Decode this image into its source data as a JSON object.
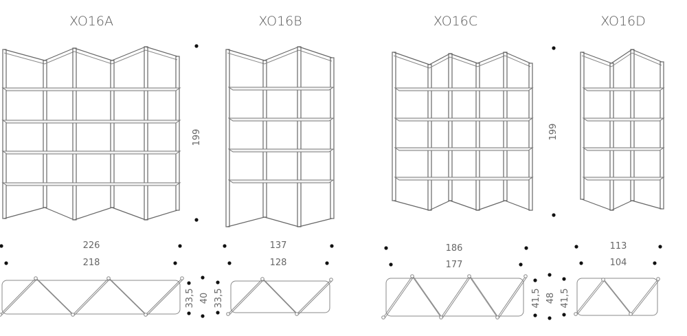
{
  "models": [
    {
      "name": "XO16A",
      "width_outer": "226",
      "width_inner": "218",
      "depths": [
        "33,5",
        "40",
        "33,5"
      ],
      "height": "199"
    },
    {
      "name": "XO16B",
      "width_outer": "137",
      "width_inner": "128"
    },
    {
      "name": "XO16C",
      "width_outer": "186",
      "width_inner": "177",
      "depths": [
        "41,5",
        "48",
        "41,5"
      ],
      "height": "199"
    },
    {
      "name": "XO16D",
      "width_outer": "113",
      "width_inner": "104"
    }
  ]
}
